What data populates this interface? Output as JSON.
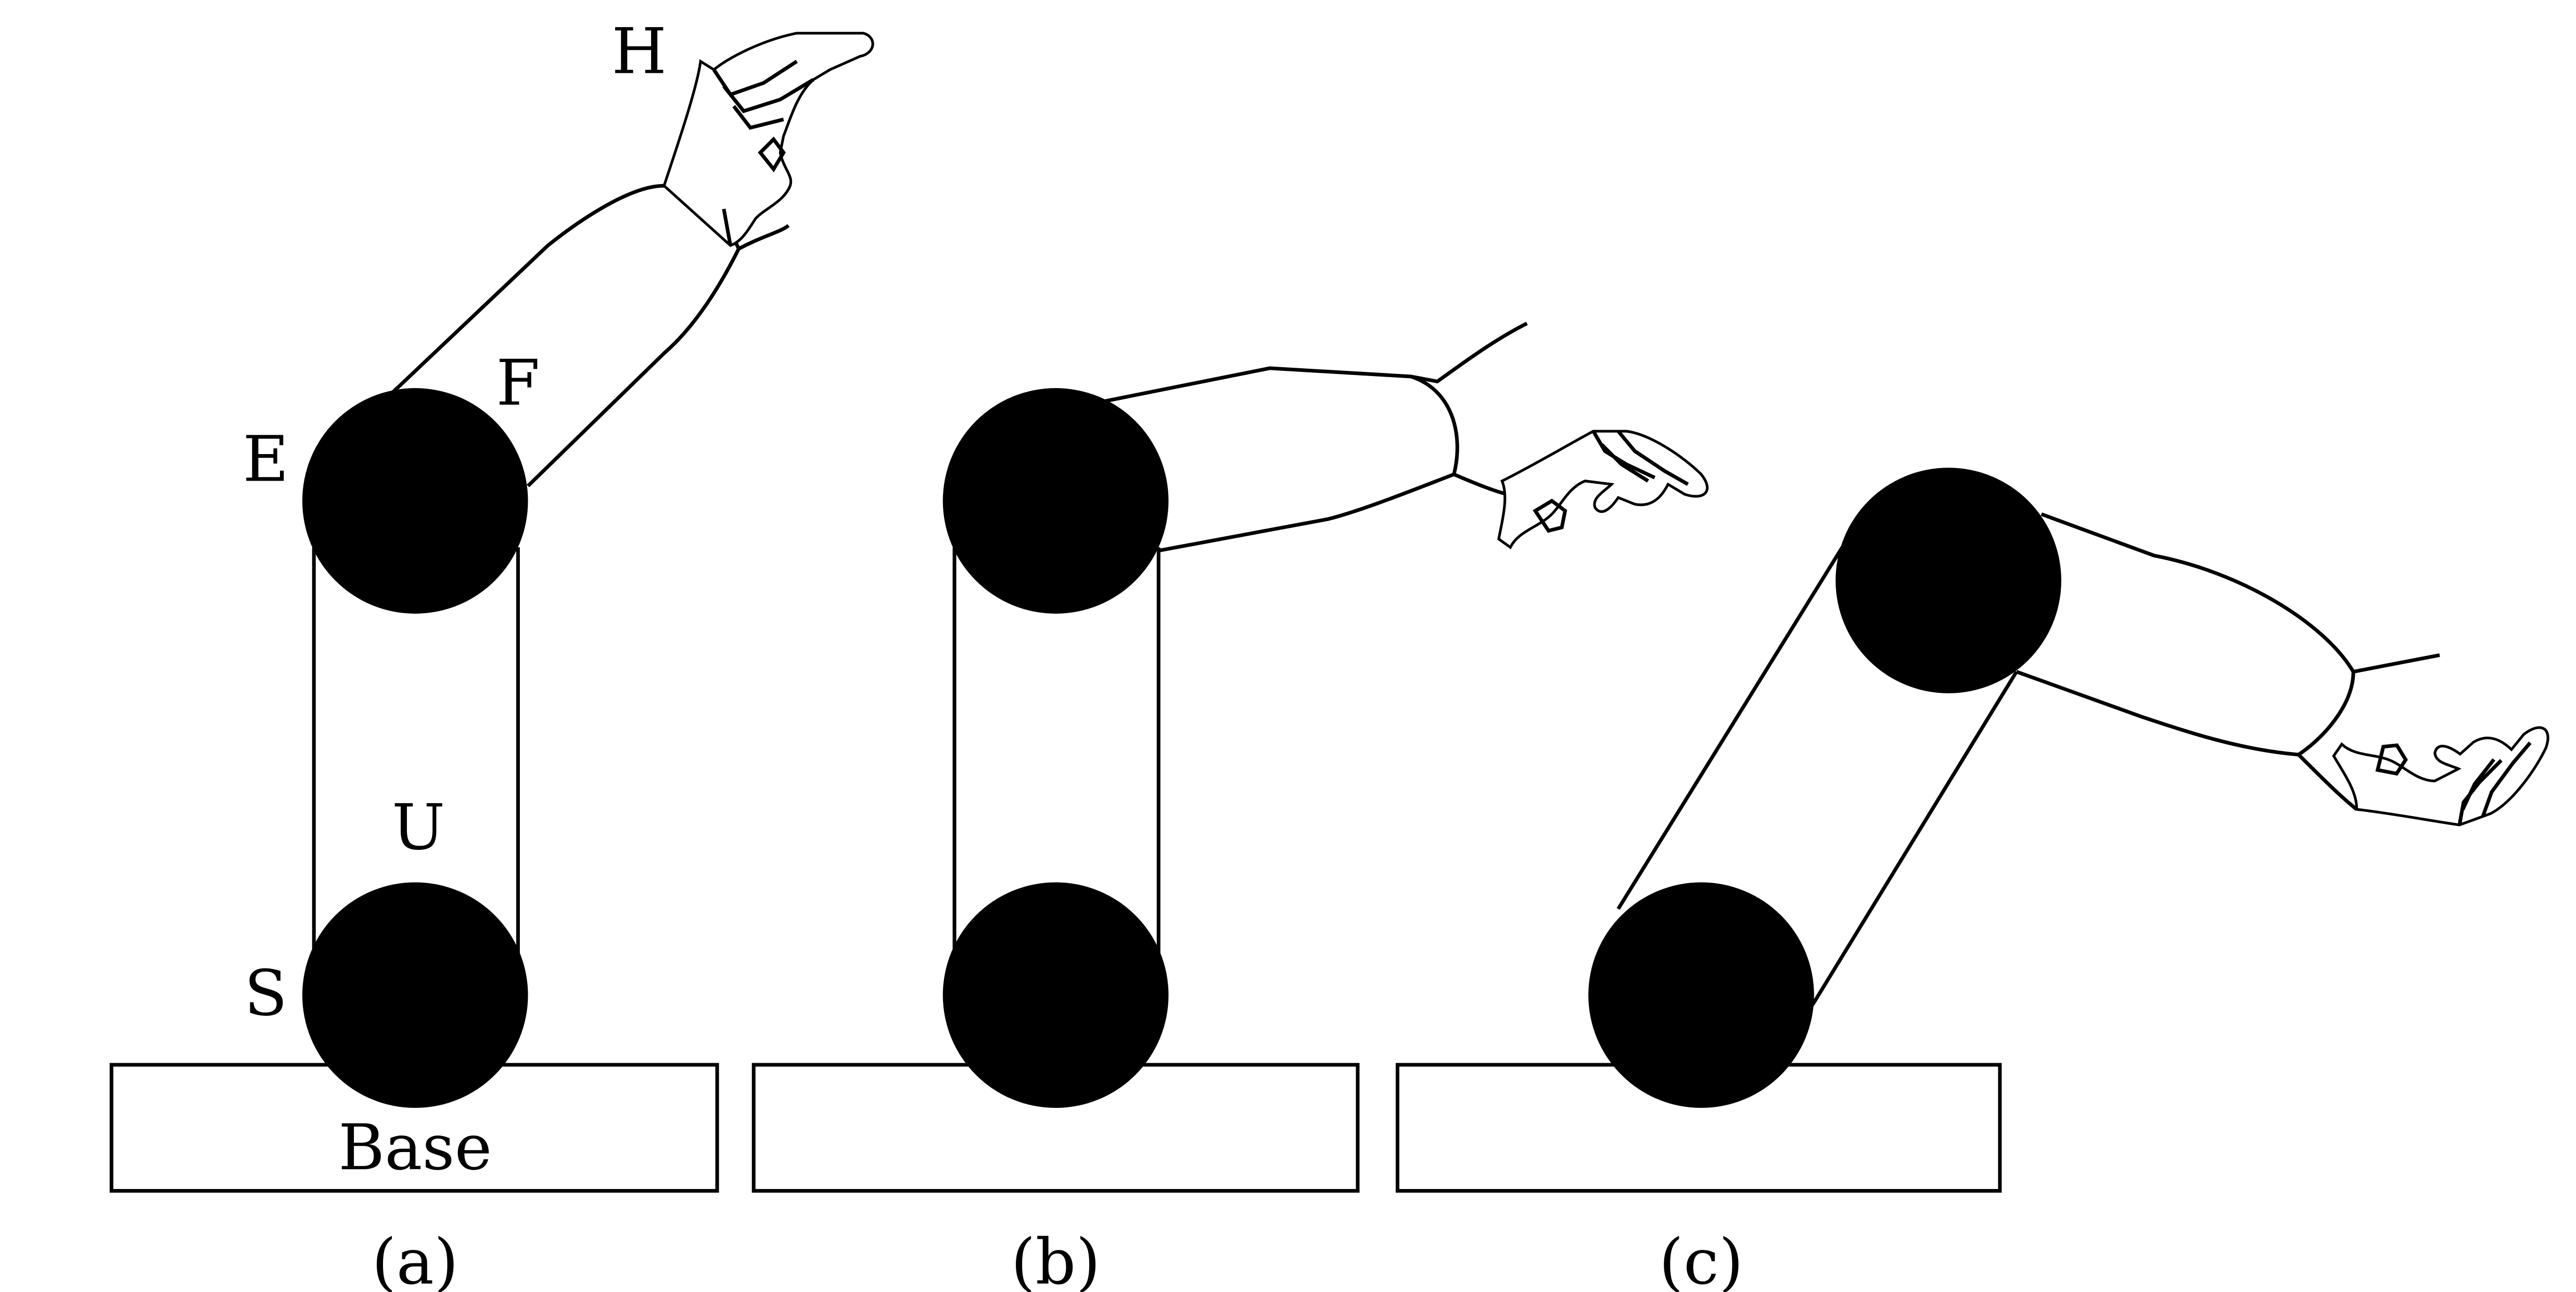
{
  "panels": [
    {
      "caption": "(a)",
      "base_label": "Base",
      "labels": {
        "H": "H",
        "F": "F",
        "E": "E",
        "U": "U",
        "S": "S"
      }
    },
    {
      "caption": "(b)"
    },
    {
      "caption": "(c)"
    }
  ],
  "colors": {
    "joint": "#000000",
    "line": "#000000",
    "background": "#ffffff"
  }
}
